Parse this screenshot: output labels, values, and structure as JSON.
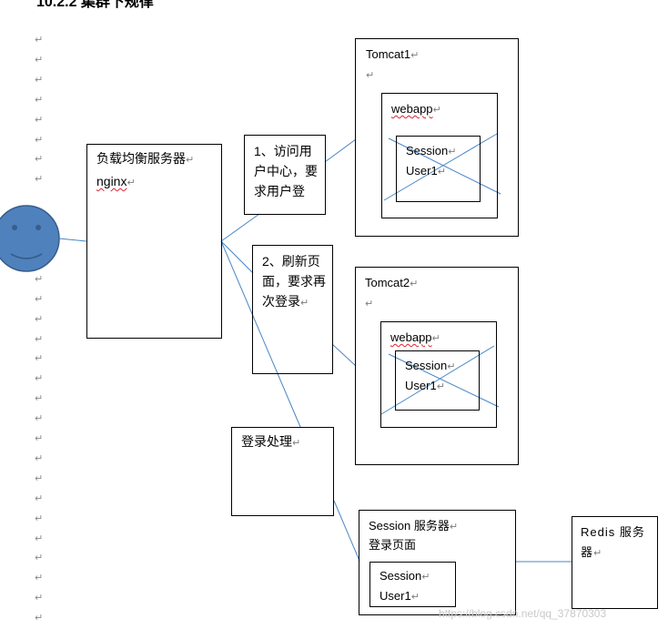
{
  "heading": "10.2.2 集群下规律",
  "boxes": {
    "nginx": {
      "title": "负载均衡服务器",
      "sub": "nginx"
    },
    "step1": {
      "text": "1、访问用户中心，要求用户登"
    },
    "step2": {
      "text": "2、刷新页面，要求再次登录"
    },
    "login": {
      "text": "登录处理"
    },
    "tomcat1": {
      "title": "Tomcat1",
      "webapp": "webapp",
      "session": "Session",
      "user": "User1"
    },
    "tomcat2": {
      "title": "Tomcat2",
      "webapp": "webapp",
      "session": "Session",
      "user": "User1"
    },
    "session_server": {
      "title": "Session 服务器",
      "sub": "登录页面",
      "session": "Session",
      "user": "User1"
    },
    "redis": {
      "text": "Redis 服务器"
    }
  },
  "paragraph_mark": "↵",
  "watermark": "https://blog.csdn.net/qq_37870303",
  "colors": {
    "smiley": "#4f81bd",
    "smiley_stroke": "#385d8a",
    "connector": "#4a86c5",
    "wave": "#d23"
  }
}
